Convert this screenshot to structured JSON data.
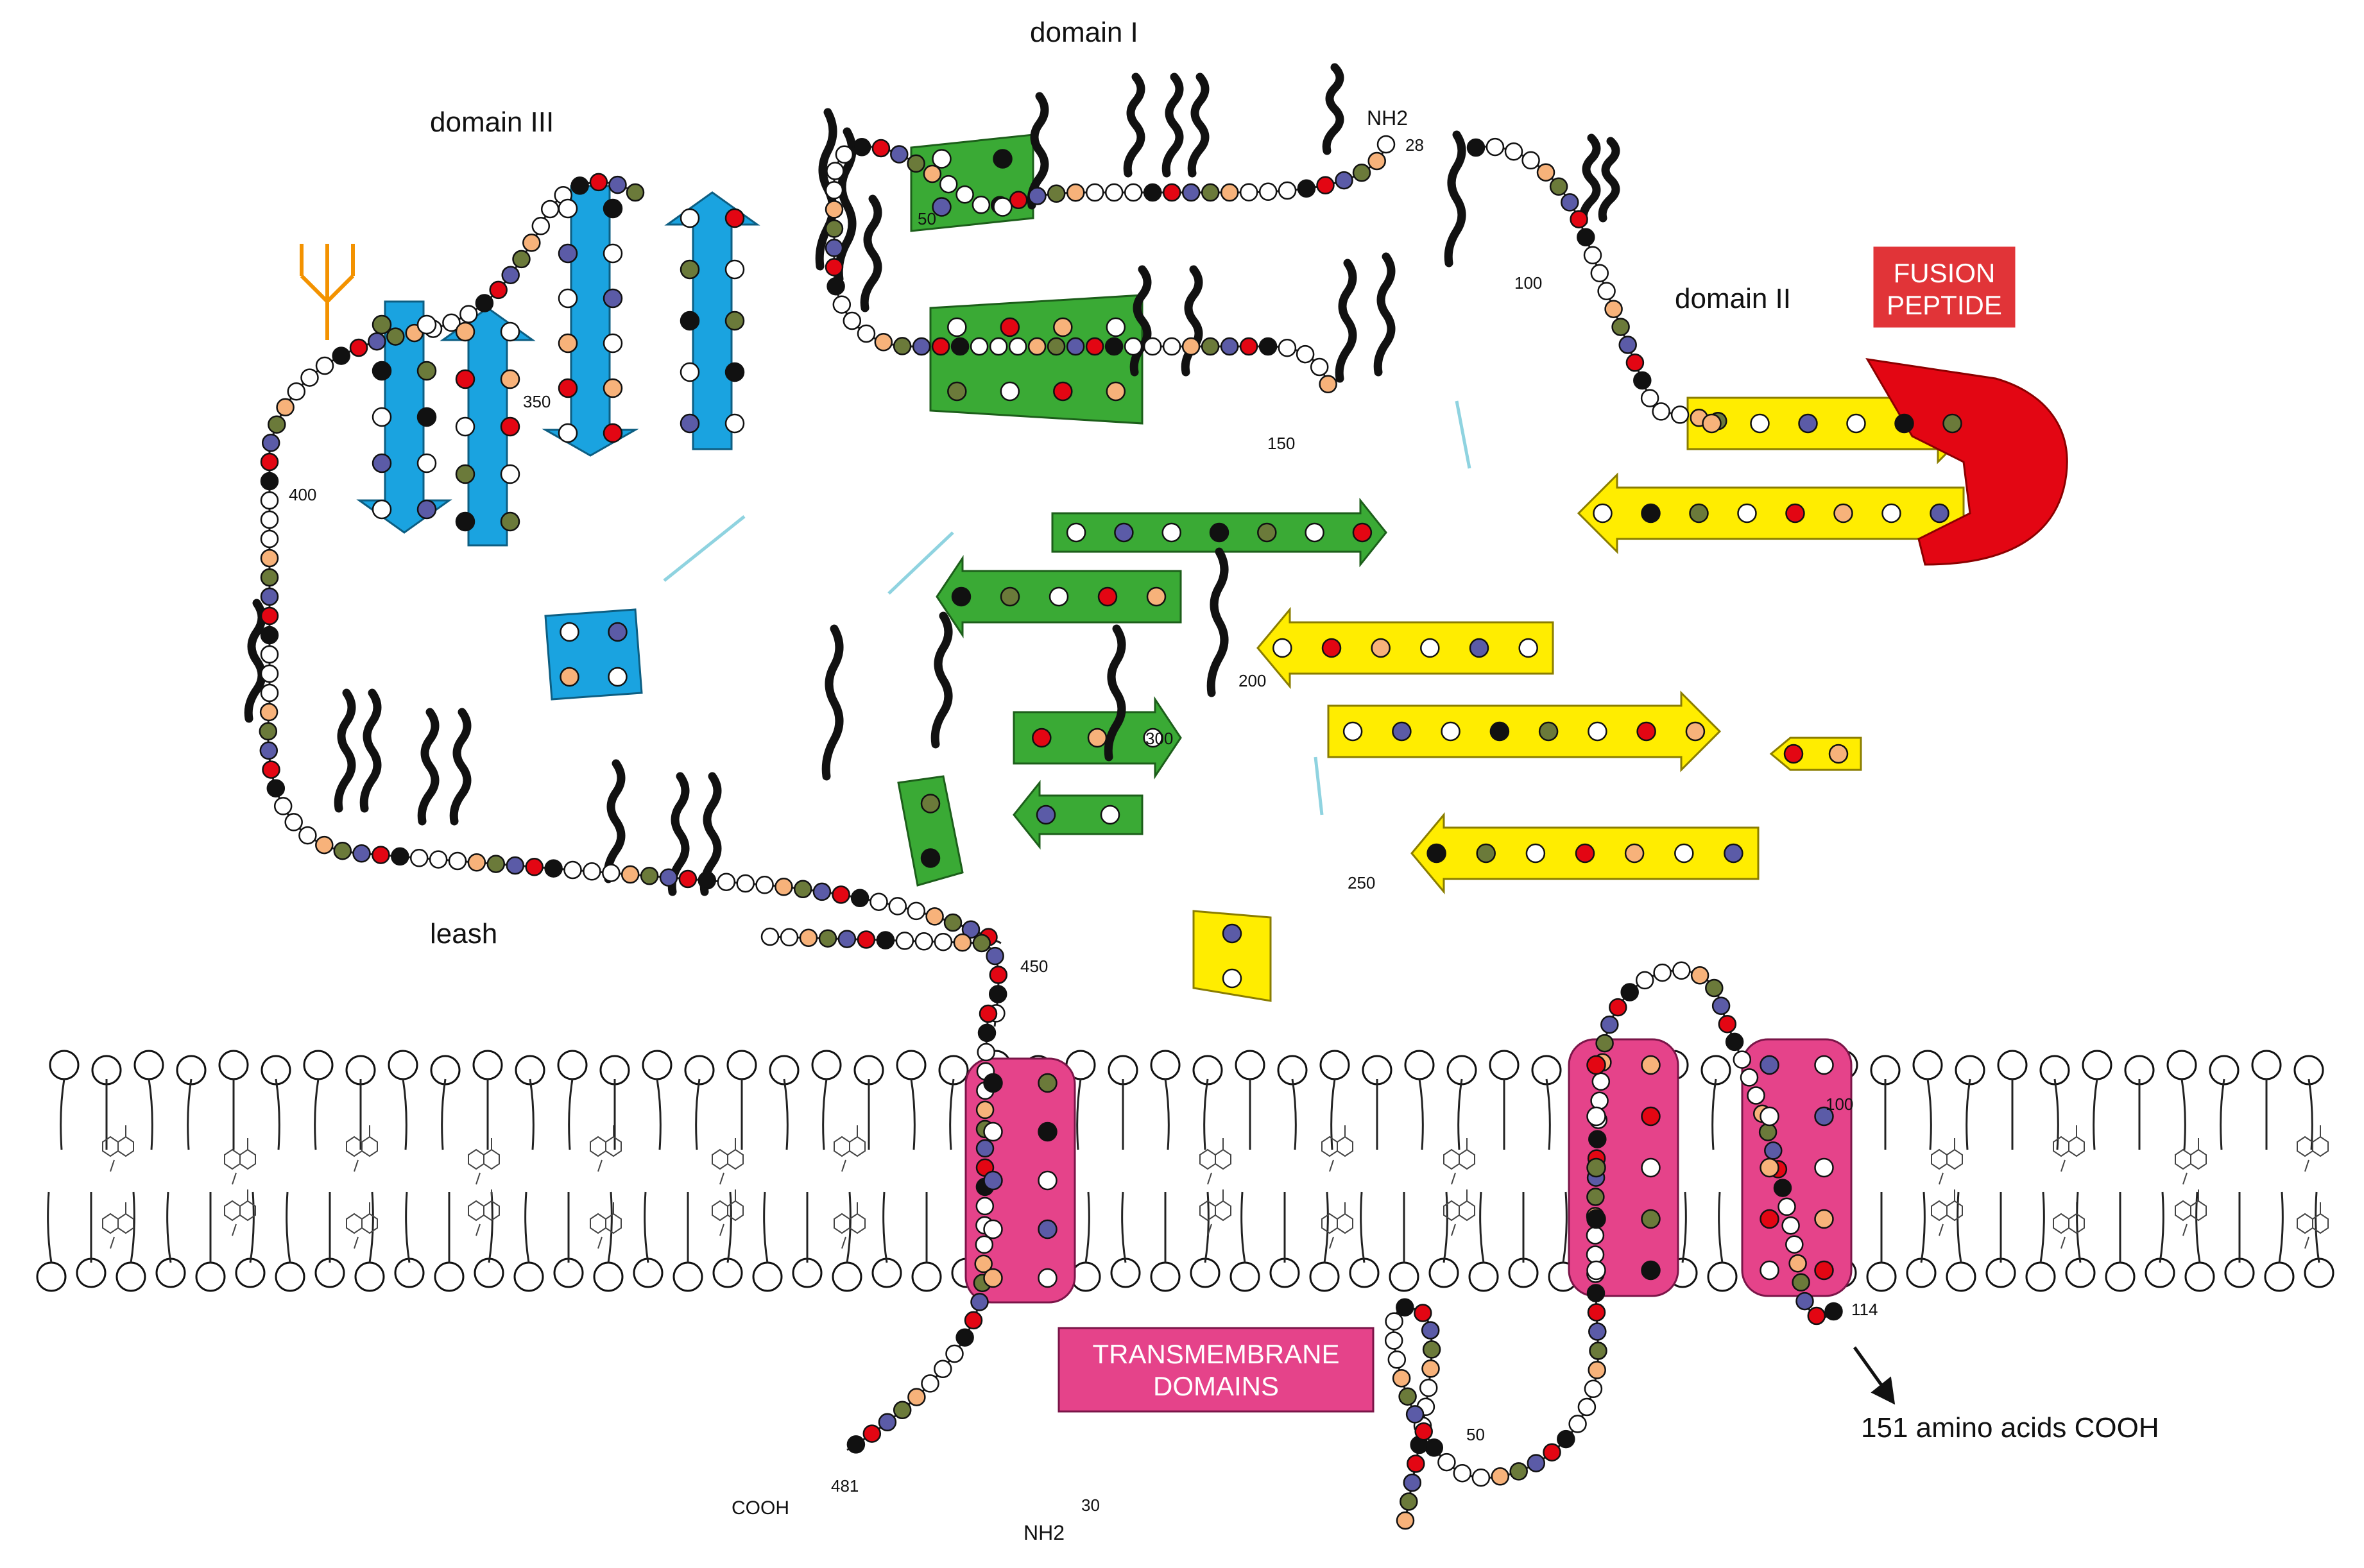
{
  "labels": {
    "domain1": "domain I",
    "domain2": "domain II",
    "domain3": "domain III",
    "leash": "leash",
    "fusion_peptide": [
      "FUSION",
      "PEPTIDE"
    ],
    "transmembrane": [
      "TRANSMEMBRANE",
      "DOMAINS"
    ],
    "cooh_tail": "151 amino acids COOH"
  },
  "residue_numbers": {
    "e_nh2": "NH2",
    "e_28": "28",
    "e_50": "50",
    "e_100": "100",
    "e_150": "150",
    "e_200": "200",
    "e_250": "250",
    "e_300": "300",
    "e_350": "350",
    "e_400": "400",
    "e_450": "450",
    "e_481": "481",
    "e_cooh": "COOH",
    "m_nh2": "NH2",
    "m_30": "30",
    "m_50": "50",
    "m_100": "100",
    "m_114": "114"
  },
  "colors": {
    "domain1_helix": "#3aaa35",
    "domain2_strand": "#ffed00",
    "domain3_strand": "#1aa3e0",
    "fusion_peptide": "#e30613",
    "fusion_box": "#e13438",
    "transmembrane": "#e5438a",
    "glycan": "#f39200",
    "disulfide": "#8fd3e0",
    "res_acidic": "#e30613",
    "res_basic": "#5b5ba7",
    "res_hydrophobic": "#111111",
    "res_aromatic": "#6b7a3a",
    "res_cys": "#f7b27a",
    "res_polar": "#ffffff"
  }
}
